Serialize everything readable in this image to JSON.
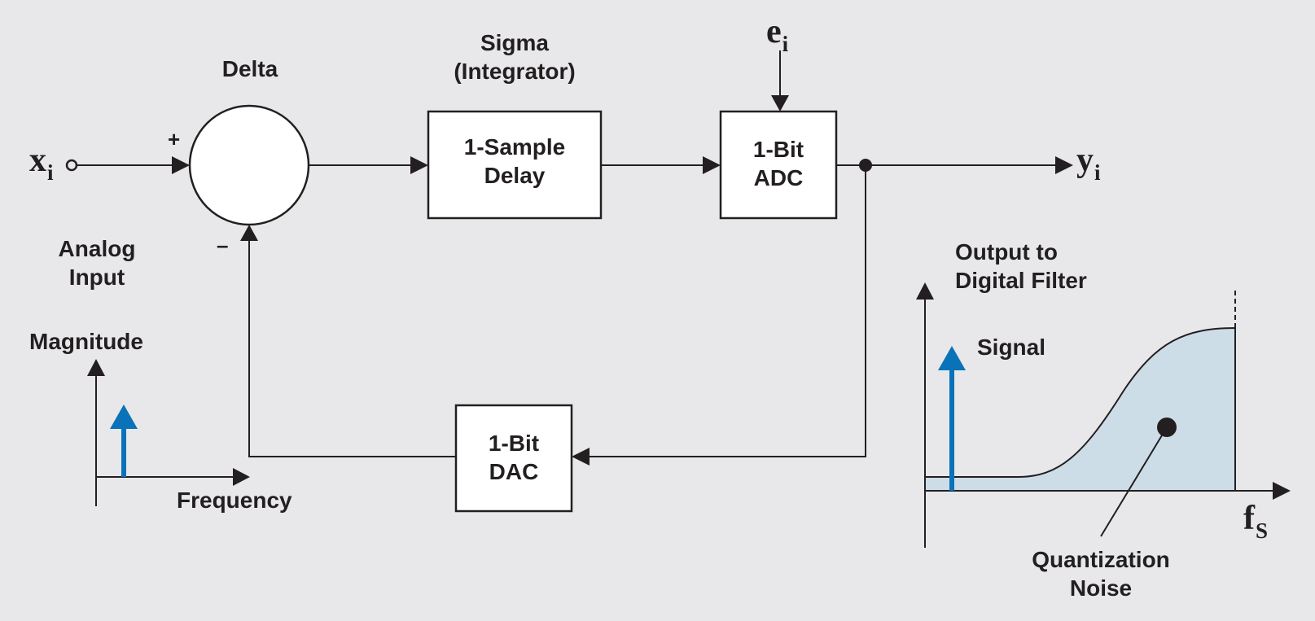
{
  "title": "",
  "colors": {
    "background": "#e8e8ea",
    "line": "#231f20",
    "signal": "#0a72b8",
    "noise_fill": "#cddde8"
  },
  "blocks": {
    "summer_label": "Delta",
    "integrator_label": [
      "Sigma",
      "(Integrator)"
    ],
    "delay_box": [
      "1-Sample",
      "Delay"
    ],
    "adc_box": [
      "1-Bit",
      "ADC"
    ],
    "dac_box": [
      "1-Bit",
      "DAC"
    ]
  },
  "signs": {
    "plus": "+",
    "minus": "–"
  },
  "signals": {
    "input": {
      "main": "x",
      "sub": "i"
    },
    "output": {
      "main": "y",
      "sub": "i"
    },
    "error": {
      "main": "e",
      "sub": "i"
    }
  },
  "input_spectrum": {
    "caption": [
      "Analog",
      "Input"
    ],
    "y_label": "Magnitude",
    "x_label": "Frequency"
  },
  "output_spectrum": {
    "caption": [
      "Output to",
      "Digital Filter"
    ],
    "signal_label": "Signal",
    "noise_label": [
      "Quantization",
      "Noise"
    ],
    "x_end": {
      "main": "f",
      "sub": "S"
    }
  }
}
